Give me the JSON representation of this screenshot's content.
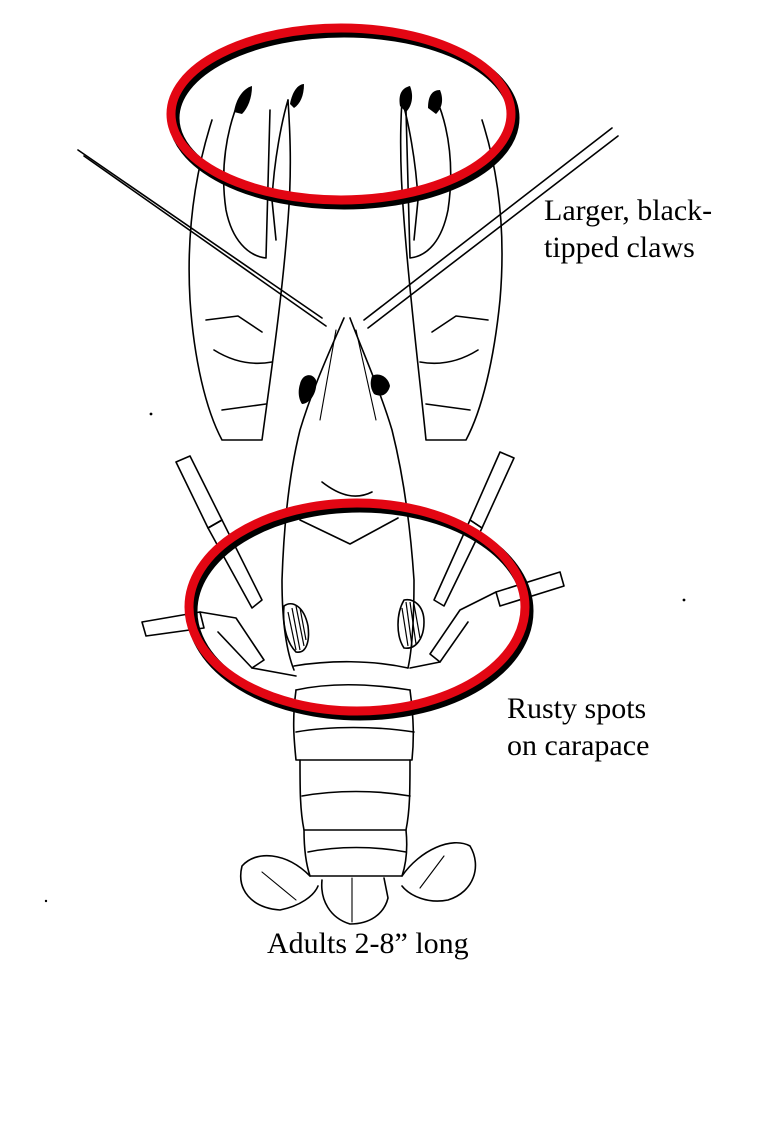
{
  "annotations": {
    "claws": {
      "line1": "Larger, black-",
      "line2": "tipped claws"
    },
    "spots": {
      "line1": "Rusty spots",
      "line2": "on carapace"
    },
    "size": {
      "text": "Adults 2-8” long"
    }
  },
  "colors": {
    "highlight_ring": "#e30613",
    "ring_shadow": "#000000",
    "line_art": "#000000",
    "background": "#ffffff"
  }
}
